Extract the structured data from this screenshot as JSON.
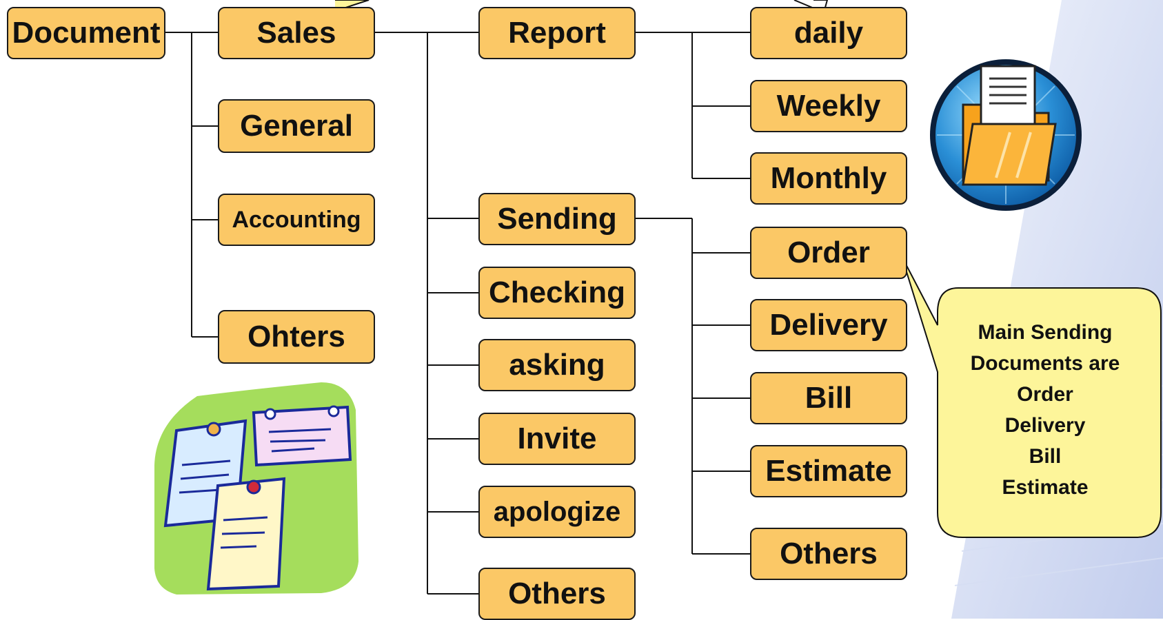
{
  "diagram": {
    "root": "Document",
    "level1": [
      "Sales",
      "General",
      "Accounting",
      "Ohters"
    ],
    "sales_children": [
      "Report",
      "Sending",
      "Checking",
      "asking",
      "Invite",
      "apologize",
      "Others"
    ],
    "report_children": [
      "daily",
      "Weekly",
      "Monthly"
    ],
    "sending_children": [
      "Order",
      "Delivery",
      "Bill",
      "Estimate",
      "Others"
    ]
  },
  "callout": {
    "lines": [
      "Main Sending",
      "Documents are",
      "Order",
      "Delivery",
      "Bill",
      "Estimate"
    ]
  },
  "colors": {
    "node_fill": "#fbc866",
    "callout_fill": "#fdf59a",
    "clipart_green": "#a5dd5c",
    "badge_blue": "#2a8fd6",
    "folder_orange": "#f7a21c"
  },
  "icons": {
    "folder": "folder-document-icon",
    "notes": "pinned-notes-clipart"
  }
}
